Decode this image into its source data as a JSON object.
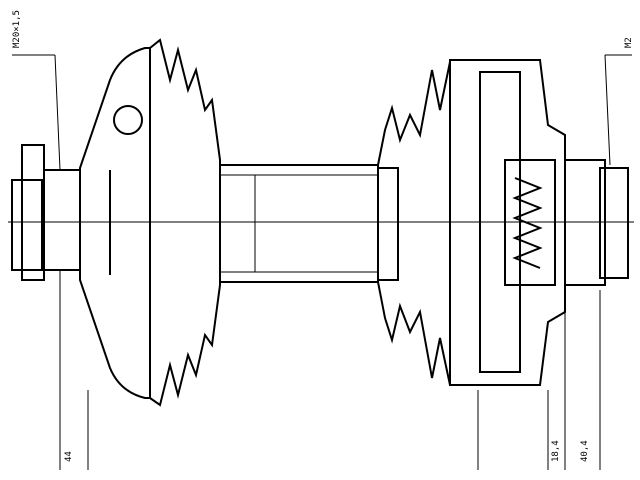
{
  "labels": {
    "thread_left": "M20×1,5",
    "thread_right": "M2",
    "dim_left": "44",
    "dim_right_a": "18,4",
    "dim_right_b": "40,4"
  },
  "colors": {
    "ink": "#000000",
    "paper": "#ffffff"
  }
}
